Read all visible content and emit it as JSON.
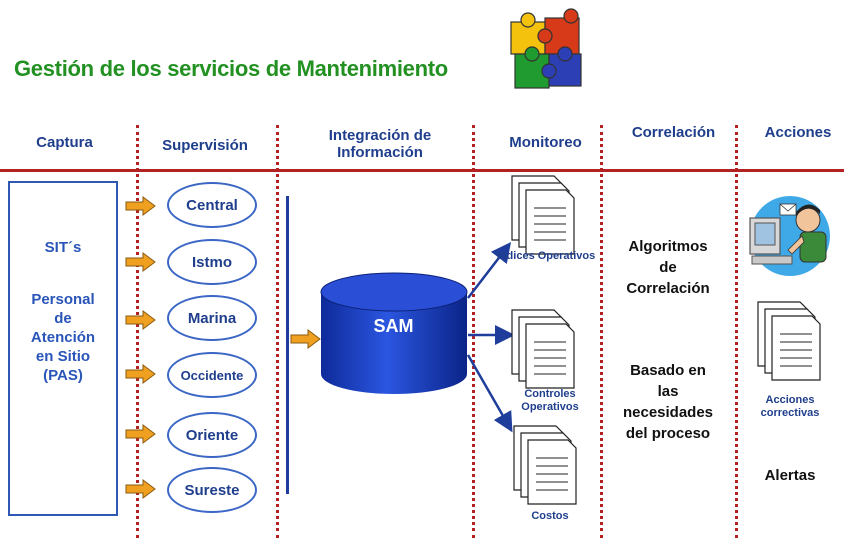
{
  "title": "Gestión de los servicios de Mantenimiento",
  "icons": {
    "puzzle": "puzzle-icon",
    "arrows": "orange-arrow-icon",
    "database": "database-cylinder-icon",
    "documents": "document-stack-icon",
    "person": "person-at-computer-icon"
  },
  "colors": {
    "title": "#229122",
    "headers": "#1f3e8c",
    "separators": "#b22222",
    "arrows": "#f0a020",
    "database": "#1c3ec4"
  },
  "columns": {
    "captura": "Captura",
    "supervision": "Supervisión",
    "integracion_line1": "Integración de",
    "integracion_line2": "Información",
    "monitoreo": "Monitoreo",
    "correlacion": "Correlación",
    "acciones": "Acciones"
  },
  "captura": {
    "sits": "SIT´s",
    "personal": [
      "Personal",
      "de",
      "Atención",
      "en Sitio",
      "(PAS)"
    ]
  },
  "supervision": [
    "Central",
    "Istmo",
    "Marina",
    "Occidente",
    "Oriente",
    "Sureste"
  ],
  "integracion": {
    "sam": "SAM"
  },
  "monitoreo": {
    "indices": "Indices Operativos",
    "controles_line1": "Controles",
    "controles_line2": "Operativos",
    "costos": "Costos"
  },
  "correlacion": {
    "algoritmos": [
      "Algoritmos",
      "de",
      "Correlación"
    ],
    "basado": [
      "Basado en",
      "las",
      "necesidades",
      "del proceso"
    ]
  },
  "acciones": {
    "correctivas_line1": "Acciones",
    "correctivas_line2": "correctivas",
    "alertas": "Alertas"
  }
}
